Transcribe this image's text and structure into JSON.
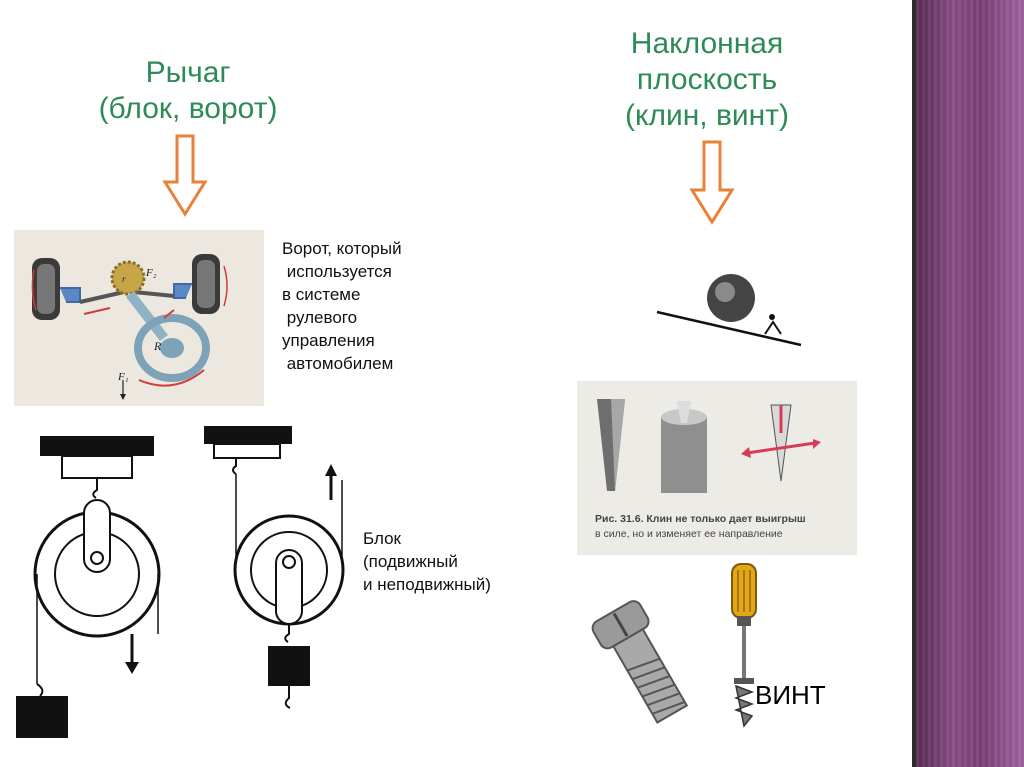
{
  "left_heading": {
    "line1": "Рычаг",
    "line2": "(блок, ворот)"
  },
  "right_heading": {
    "line1": "Наклонная",
    "line2": "плоскость",
    "line3": "(клин, винт)"
  },
  "winch_caption": {
    "line1": "Ворот, который",
    "line2": " используется",
    "line3": "в системе",
    "line4": " рулевого",
    "line5": "управления",
    "line6": " автомобилем"
  },
  "block_caption": {
    "line1": "Блок",
    "line2": "(подвижный",
    "line3": "и неподвижный)"
  },
  "screw_label": "ВИНТ",
  "figure_labels": {
    "f2": "F₂",
    "f1": "F₁",
    "r": "R",
    "r_small": "r"
  },
  "wedge_caption": {
    "line1": "Рис. 31.6. Клин не только дает выигрыш",
    "line2": "в силе, но и изменяет ее направление"
  },
  "colors": {
    "heading": "#2e8b57",
    "arrow": "#e8813a",
    "accent_band": "#7c3f78"
  }
}
